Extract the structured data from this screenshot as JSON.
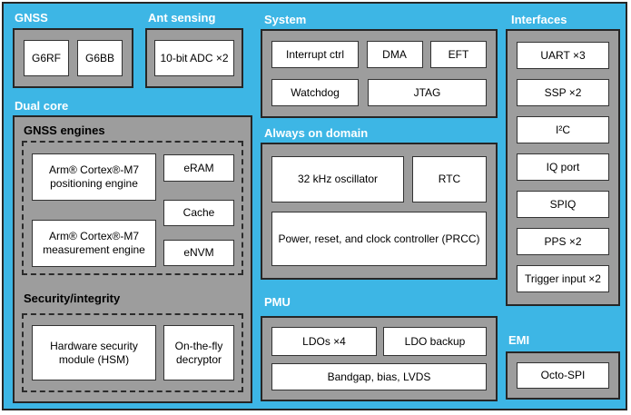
{
  "colors": {
    "background_cyan": "#3db6e5",
    "block_gray": "#9d9d9d",
    "box_white": "#ffffff",
    "border_dark": "#262626",
    "section_label": "#ffffff",
    "text": "#000000"
  },
  "sections": {
    "gnss": {
      "label": "GNSS",
      "items": [
        "G6RF",
        "G6BB"
      ]
    },
    "ant_sensing": {
      "label": "Ant sensing",
      "items": [
        "10-bit ADC ×2"
      ]
    },
    "system": {
      "label": "System",
      "row1": [
        "Interrupt ctrl",
        "DMA",
        "EFT"
      ],
      "row2": [
        "Watchdog",
        "JTAG"
      ]
    },
    "interfaces": {
      "label": "Interfaces",
      "items": [
        "UART ×3",
        "SSP ×2",
        "I²C",
        "IQ port",
        "SPIQ",
        "PPS ×2",
        "Trigger input ×2"
      ]
    },
    "dual_core": {
      "label": "Dual core",
      "gnss_engines": {
        "label": "GNSS engines",
        "engines": [
          "Arm® Cortex®-M7 positioning engine",
          "Arm® Cortex®-M7 measurement engine"
        ],
        "memories": [
          "eRAM",
          "Cache",
          "eNVM"
        ]
      },
      "security": {
        "label": "Security/integrity",
        "items": [
          "Hardware security module (HSM)",
          "On-the-fly decryptor"
        ]
      }
    },
    "always_on": {
      "label": "Always on domain",
      "items": [
        "32 kHz oscillator",
        "RTC"
      ],
      "controller": "Power, reset, and clock controller (PRCC)"
    },
    "pmu": {
      "label": "PMU",
      "row1": [
        "LDOs ×4",
        "LDO backup"
      ],
      "row2": [
        "Bandgap, bias, LVDS"
      ]
    },
    "emi": {
      "label": "EMI",
      "items": [
        "Octo-SPI"
      ]
    }
  }
}
